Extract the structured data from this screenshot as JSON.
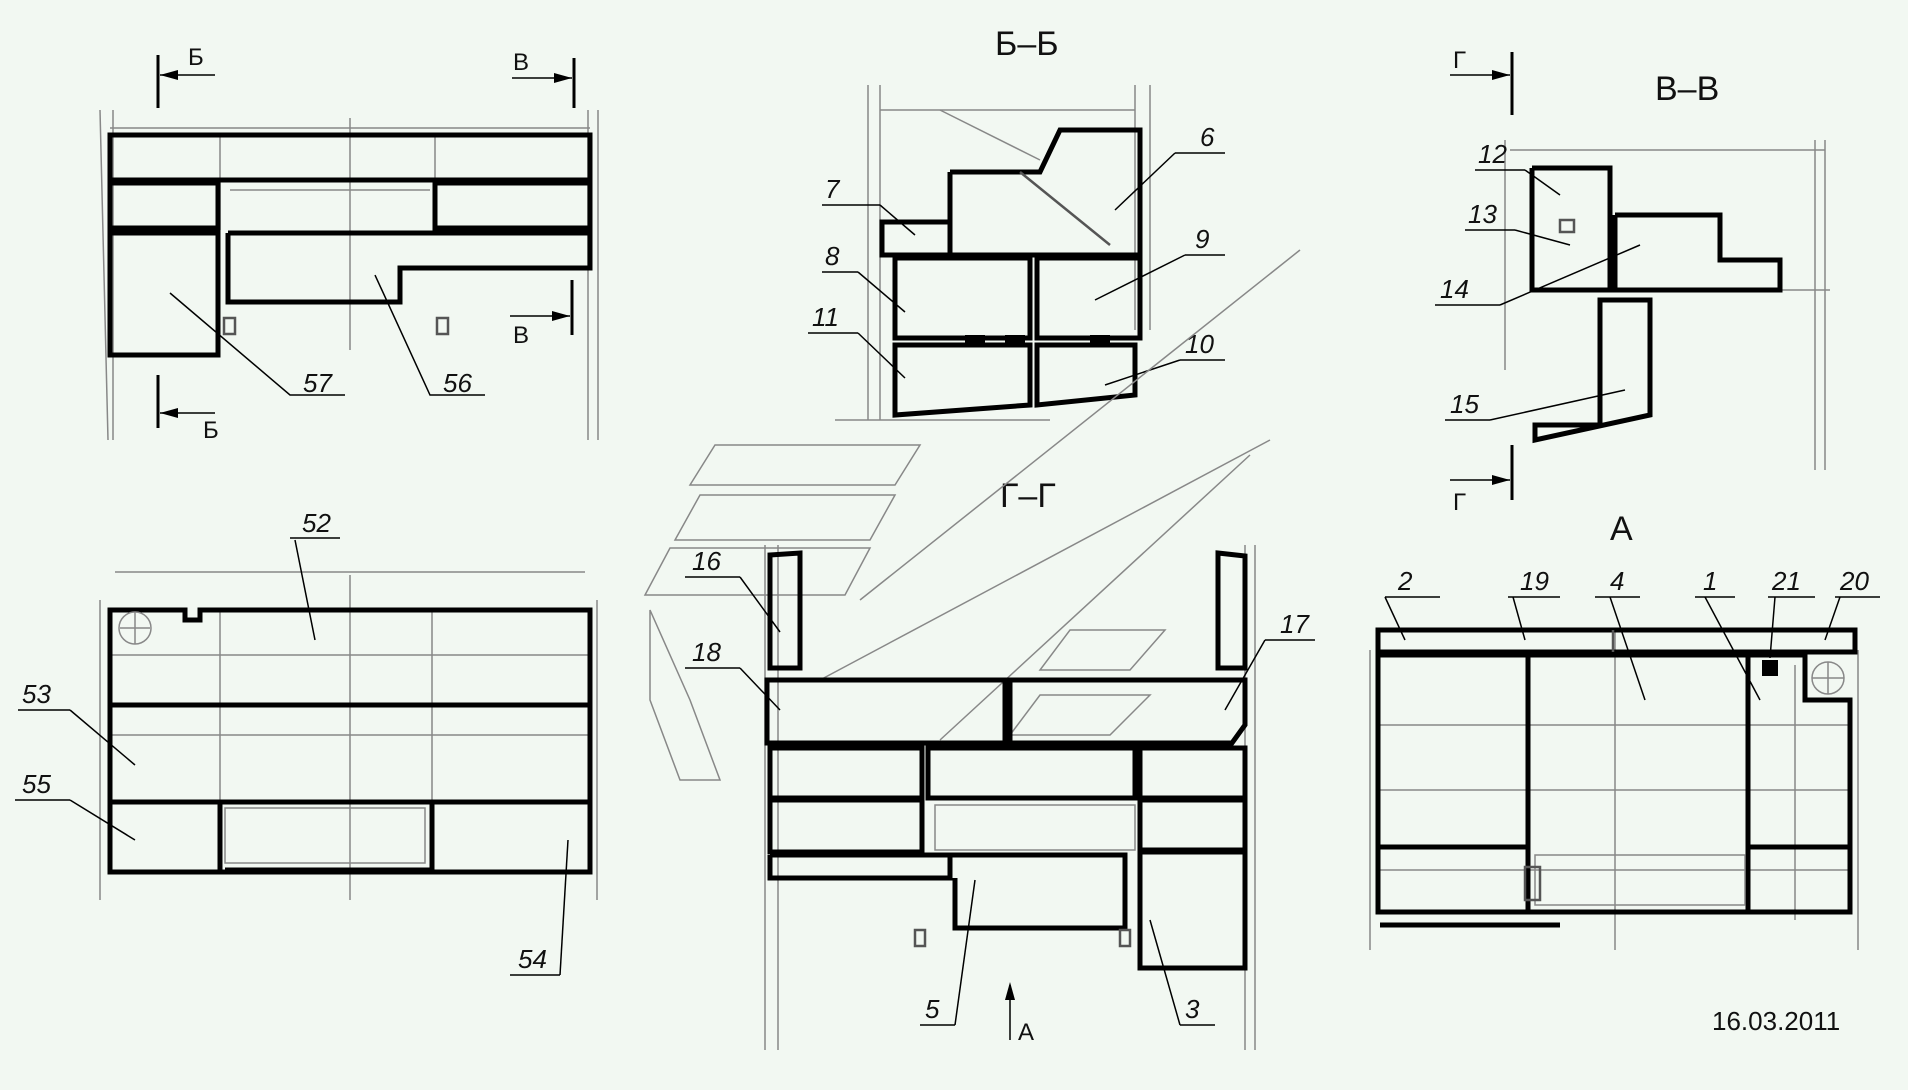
{
  "section_titles": {
    "bb": "Б–Б",
    "vv": "В–В",
    "gg": "Г–Г",
    "view_a": "А"
  },
  "cut_markers": {
    "b_top": "Б",
    "b_bottom": "Б",
    "v_top": "В",
    "v_bottom": "В",
    "g_top": "Г",
    "g_bottom": "Г",
    "a_arrow": "А"
  },
  "part_labels": {
    "p1": "1",
    "p2": "2",
    "p3": "3",
    "p4": "4",
    "p5": "5",
    "p6": "6",
    "p7": "7",
    "p8": "8",
    "p9": "9",
    "p10": "10",
    "p11": "11",
    "p12": "12",
    "p13": "13",
    "p14": "14",
    "p15": "15",
    "p16": "16",
    "p17": "17",
    "p18": "18",
    "p19": "19",
    "p20": "20",
    "p21": "21",
    "p52": "52",
    "p53": "53",
    "p54": "54",
    "p55": "55",
    "p56": "56",
    "p57": "57"
  },
  "date": "16.03.2011",
  "colors": {
    "background": "#f2f8f2",
    "line": "#000000",
    "thin_line": "#888888"
  }
}
